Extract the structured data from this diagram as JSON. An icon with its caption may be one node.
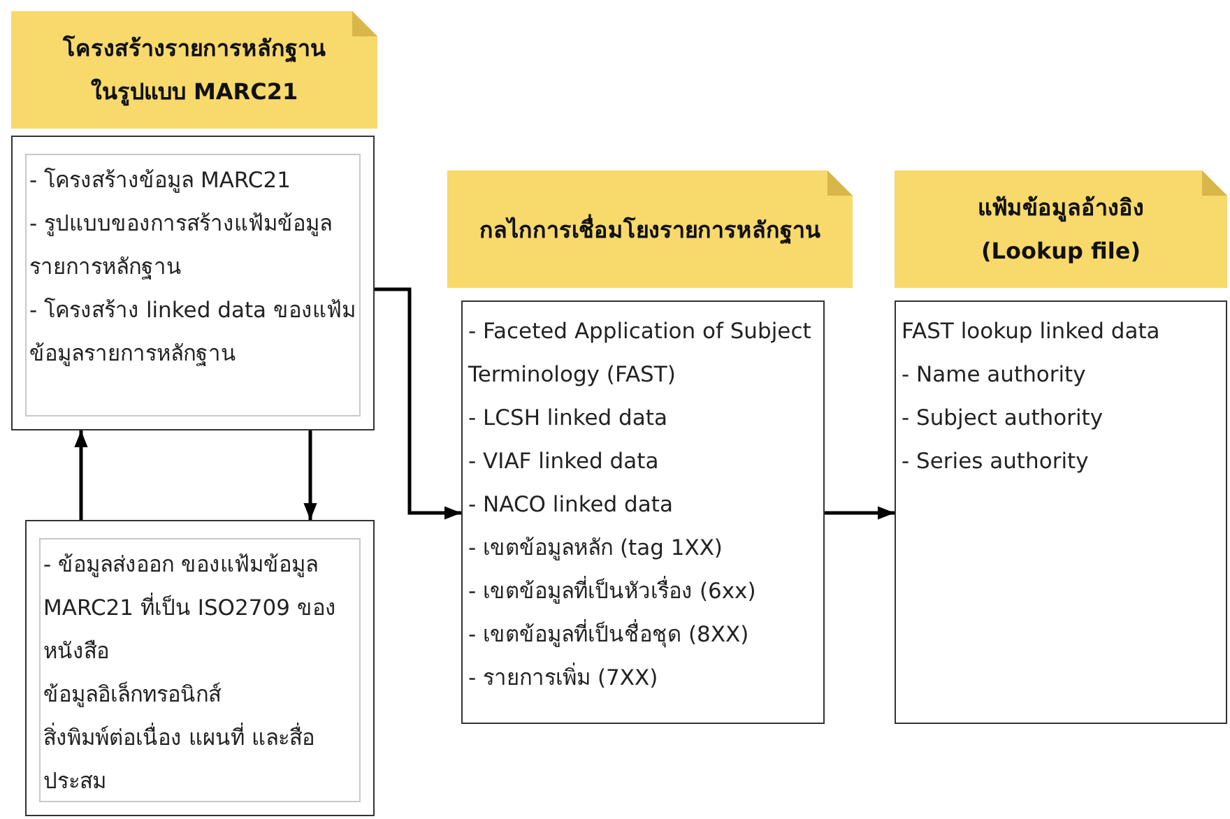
{
  "diagram": {
    "nodes": [
      {
        "text": [
          "โครงสร้างรายการหลักฐานในรูปแบบ MARC21"
        ]
      },
      {
        "text": [
          "- โครงสร้างข้อมูล MARC21",
          "- รูปแบบของการสร้างแฟ้มข้อมูลรายการหลักฐาน",
          "- โครงสร้าง linked data ของแฟ้มข้อมูลรายการหลักฐาน"
        ]
      },
      {
        "text": [
          "- ข้อมูลส่งออก ของแฟ้มข้อมูล MARC21 ที่เป็น ISO2709 ของ หนังสือ",
          "ข้อมูลอิเล็กทรอนิกส์",
          "สิ่งพิมพ์ต่อเนื่อง แผนที่ และสื่อประสม"
        ]
      },
      {
        "text": [
          "กลไกการเชื่อมโยงรายการหลักฐาน"
        ]
      },
      {
        "text": [
          "- Faceted Application of Subject Terminology (FAST)",
          "- LCSH linked data",
          "- VIAF linked data",
          "- NACO linked data",
          "- เขตข้อมูลหลัก (tag 1XX)",
          "- เขตข้อมูลที่เป็นหัวเรื่อง (6xx)",
          "- เขตข้อมูลที่เป็นชื่อชุด (8XX)",
          "- รายการเพิ่ม (7XX)"
        ]
      },
      {
        "text": [
          "แฟ้มข้อมูลอ้างอิง (Lookup file)"
        ]
      },
      {
        "text": [
          "FAST lookup linked data",
          "- Name authority",
          "- Subject authority",
          "- Series authority"
        ]
      }
    ],
    "edges": [
      {
        "from": 2,
        "to": 1,
        "arrow": "to"
      },
      {
        "from": 1,
        "to": 2,
        "arrow": "to"
      },
      {
        "from": 1,
        "to": 4,
        "arrow": "to"
      },
      {
        "from": 4,
        "to": 6,
        "arrow": "to"
      }
    ]
  }
}
